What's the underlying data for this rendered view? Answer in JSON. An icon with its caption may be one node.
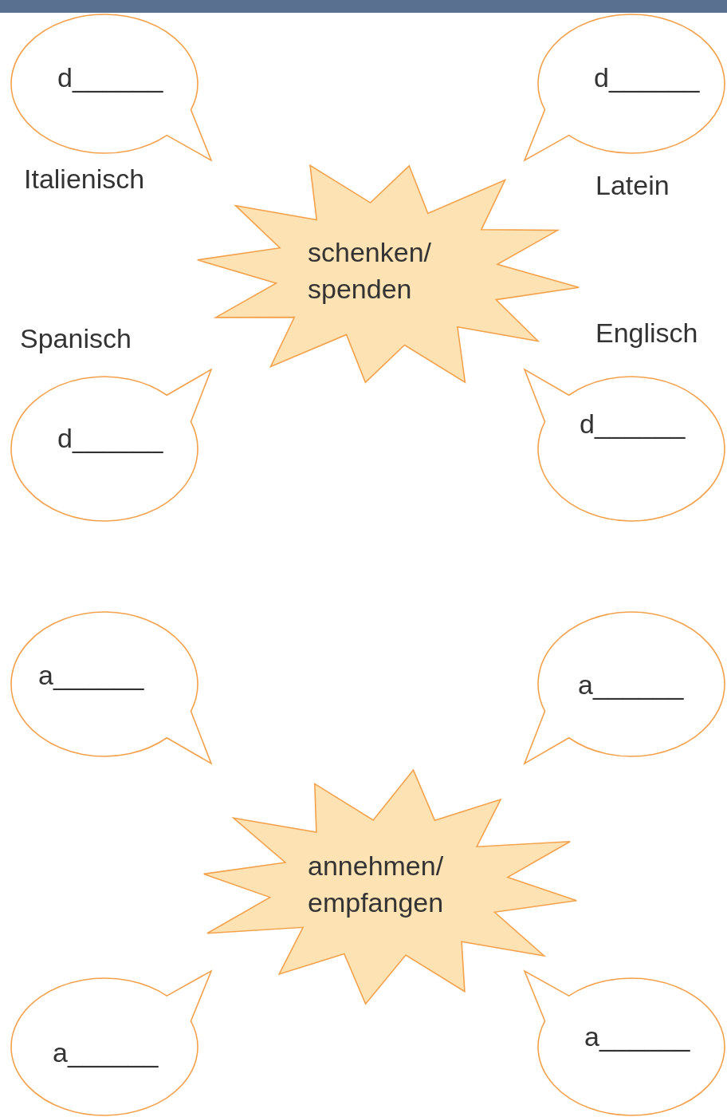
{
  "diagram": {
    "nodes": [
      {
        "text": [
          "d______"
        ],
        "beside": [
          "Italienisch"
        ]
      },
      {
        "text": [
          "d______"
        ],
        "beside": [
          "Latein"
        ]
      },
      {
        "text": [
          "schenken/ spenden"
        ]
      },
      {
        "text": [
          "d______"
        ],
        "beside": [
          "Spanisch"
        ]
      },
      {
        "text": [
          "d______"
        ],
        "beside": [
          "Englisch"
        ]
      },
      {
        "text": [
          "a______"
        ]
      },
      {
        "text": [
          "a______"
        ]
      },
      {
        "text": [
          "annehmen/ empfangen"
        ]
      },
      {
        "text": [
          "a______"
        ]
      },
      {
        "text": [
          "a______"
        ]
      }
    ]
  }
}
